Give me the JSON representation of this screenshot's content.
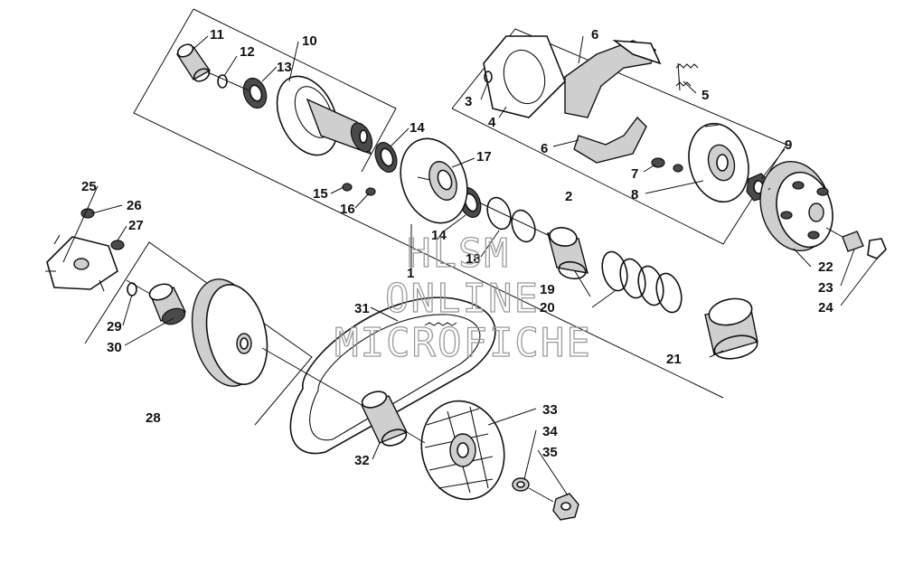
{
  "watermark": {
    "line1": "HLSM",
    "line2": "ONLINE",
    "line3": "MICROFICHE"
  },
  "callouts": [
    {
      "id": "c1",
      "text": "1"
    },
    {
      "id": "c2",
      "text": "2"
    },
    {
      "id": "c3",
      "text": "3"
    },
    {
      "id": "c4",
      "text": "4"
    },
    {
      "id": "c5",
      "text": "5"
    },
    {
      "id": "c6a",
      "text": "6"
    },
    {
      "id": "c6b",
      "text": "6"
    },
    {
      "id": "c7",
      "text": "7"
    },
    {
      "id": "c8",
      "text": "8"
    },
    {
      "id": "c9",
      "text": "9"
    },
    {
      "id": "c10",
      "text": "10"
    },
    {
      "id": "c11",
      "text": "11"
    },
    {
      "id": "c12",
      "text": "12"
    },
    {
      "id": "c13",
      "text": "13"
    },
    {
      "id": "c14a",
      "text": "14"
    },
    {
      "id": "c14b",
      "text": "14"
    },
    {
      "id": "c15",
      "text": "15"
    },
    {
      "id": "c16",
      "text": "16"
    },
    {
      "id": "c17",
      "text": "17"
    },
    {
      "id": "c18",
      "text": "18"
    },
    {
      "id": "c19",
      "text": "19"
    },
    {
      "id": "c20",
      "text": "20"
    },
    {
      "id": "c21",
      "text": "21"
    },
    {
      "id": "c22",
      "text": "22"
    },
    {
      "id": "c23",
      "text": "23"
    },
    {
      "id": "c24",
      "text": "24"
    },
    {
      "id": "c25",
      "text": "25"
    },
    {
      "id": "c26",
      "text": "26"
    },
    {
      "id": "c27",
      "text": "27"
    },
    {
      "id": "c28",
      "text": "28"
    },
    {
      "id": "c29",
      "text": "29"
    },
    {
      "id": "c30",
      "text": "30"
    },
    {
      "id": "c31",
      "text": "31"
    },
    {
      "id": "c32",
      "text": "32"
    },
    {
      "id": "c33",
      "text": "33"
    },
    {
      "id": "c34",
      "text": "34"
    },
    {
      "id": "c35",
      "text": "35"
    }
  ]
}
